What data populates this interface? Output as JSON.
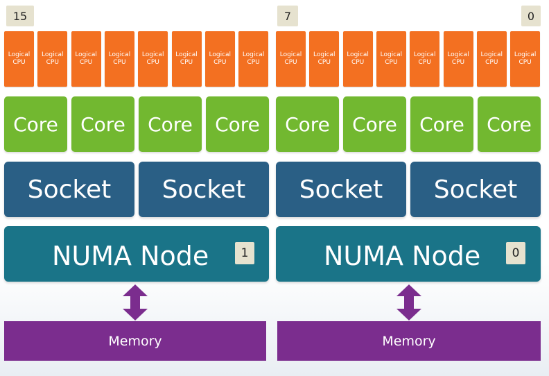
{
  "badges": {
    "left_start": "15",
    "middle": "7",
    "right_end": "0"
  },
  "logical_cpu": {
    "line1": "Logical",
    "line2": "CPU"
  },
  "core_label": "Core",
  "socket_label": "Socket",
  "numa_nodes": [
    {
      "label": "NUMA Node",
      "id": "1"
    },
    {
      "label": "NUMA Node",
      "id": "0"
    }
  ],
  "memory_label": "Memory",
  "colors": {
    "logical_cpu": "#f37021",
    "core": "#72b830",
    "socket": "#2a5f85",
    "numa_node": "#1a7488",
    "memory": "#7b2d8e",
    "badge": "#e6e2cf"
  }
}
